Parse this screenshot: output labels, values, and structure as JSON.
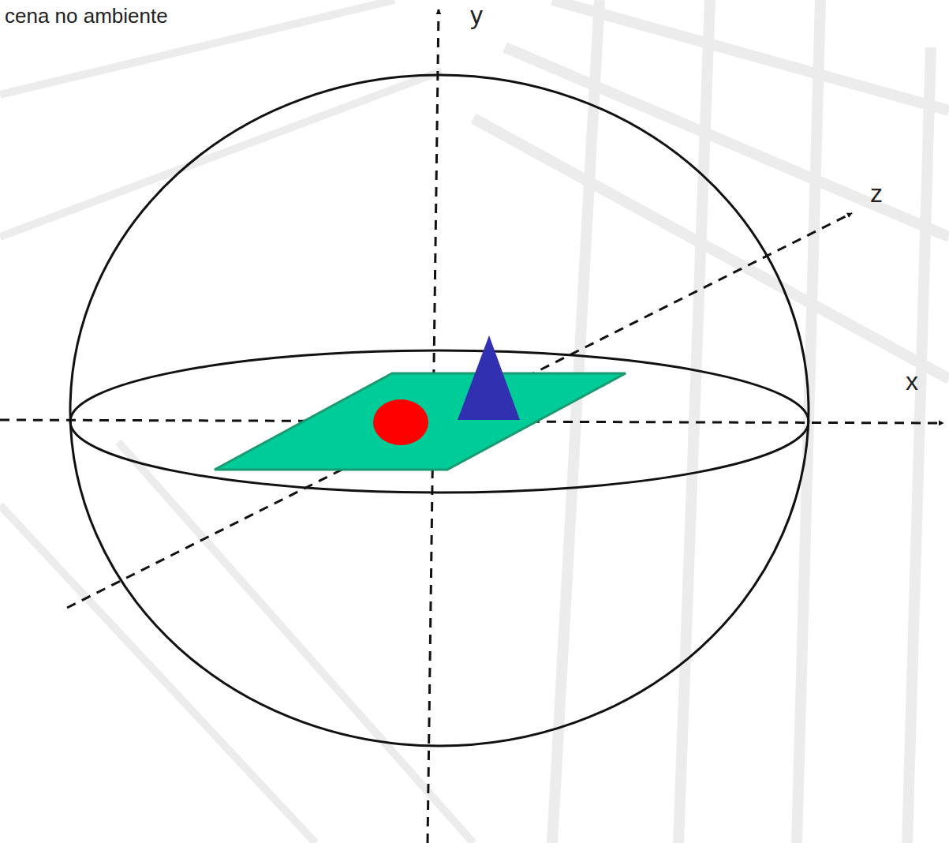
{
  "diagram": {
    "labels": [
      "cena no ambiente",
      "y",
      "z",
      "x"
    ]
  }
}
